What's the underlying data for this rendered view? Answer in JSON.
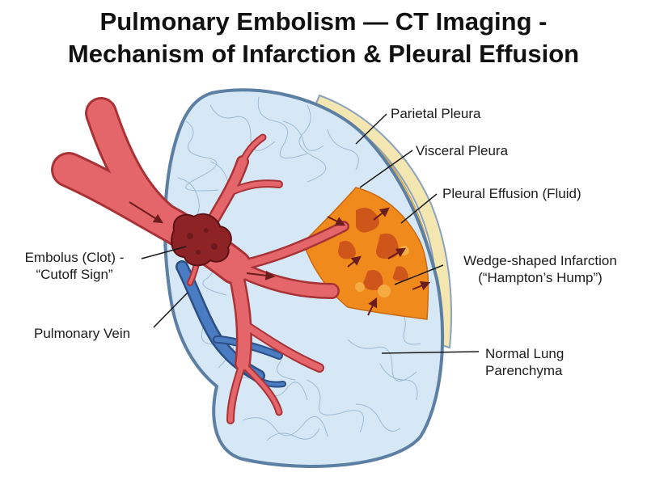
{
  "title": {
    "line1": "Pulmonary Embolism — CT Imaging -",
    "line2": "Mechanism of Infarction & Pleural Effusion"
  },
  "labels": {
    "parietal_pleura": "Parietal Pleura",
    "visceral_pleura": "Visceral Pleura",
    "pleural_effusion": "Pleural Effusion (Fluid)",
    "embolus_line1": "Embolus (Clot) -",
    "embolus_line2": "“Cutoff Sign”",
    "wedge_line1": "Wedge-shaped Infarction",
    "wedge_line2": "(“Hampton’s Hump”)",
    "pulmonary_vein": "Pulmonary Vein",
    "normal_line1": "Normal Lung",
    "normal_line2": "Parenchyma"
  },
  "colors": {
    "artery": "#e5666a",
    "artery_outline": "#a83337",
    "clot": "#8e2326",
    "vein": "#3f6fb5",
    "lung_fill": "#d6e8f5",
    "lung_outline": "#5c7fa3",
    "effusion": "#f5d27a",
    "infarction": "#f08a1c"
  }
}
